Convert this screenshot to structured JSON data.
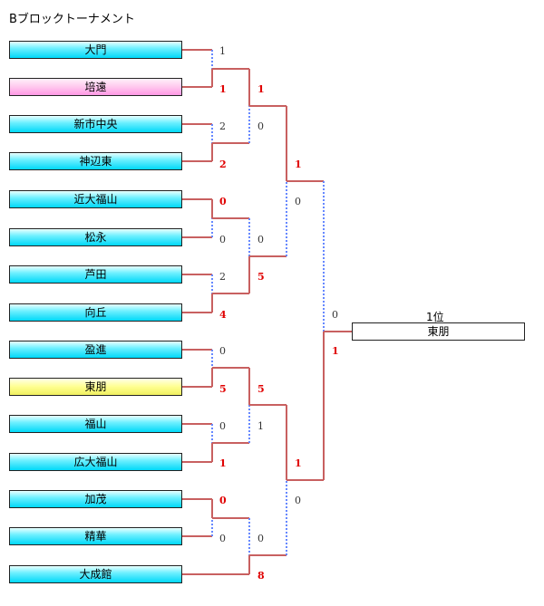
{
  "title": "Bブロックトーナメント",
  "colors": {
    "win_line": "#c86060",
    "lose_line": "#6688ff",
    "win_score": "#e00000"
  },
  "teams": [
    {
      "name": "大門",
      "style": "blue"
    },
    {
      "name": "培遠",
      "style": "pink"
    },
    {
      "name": "新市中央",
      "style": "blue"
    },
    {
      "name": "神辺東",
      "style": "blue"
    },
    {
      "name": "近大福山",
      "style": "blue"
    },
    {
      "name": "松永",
      "style": "blue"
    },
    {
      "name": "芦田",
      "style": "blue"
    },
    {
      "name": "向丘",
      "style": "blue"
    },
    {
      "name": "盈進",
      "style": "blue"
    },
    {
      "name": "東朋",
      "style": "yellow"
    },
    {
      "name": "福山",
      "style": "blue"
    },
    {
      "name": "広大福山",
      "style": "blue"
    },
    {
      "name": "加茂",
      "style": "blue"
    },
    {
      "name": "精華",
      "style": "blue"
    },
    {
      "name": "大成館",
      "style": "blue"
    }
  ],
  "scores": {
    "r1_1": "1",
    "r1_2": "1",
    "r1_3": "2",
    "r1_4": "2",
    "r1_5": "0",
    "r1_6": "0",
    "r1_7": "2",
    "r1_8": "4",
    "r1_9": "0",
    "r1_10": "5",
    "r1_11": "0",
    "r1_12": "1",
    "r1_13": "0",
    "r1_14": "0",
    "r2_1": "1",
    "r2_2": "0",
    "r2_3": "0",
    "r2_4": "5",
    "r2_5": "5",
    "r2_6": "1",
    "r2_7": "0",
    "r2_8": "8",
    "r3_1": "1",
    "r3_2": "0",
    "r3_3": "1",
    "r3_4": "0",
    "f_1": "0",
    "f_2": "1"
  },
  "champion": {
    "label": "1位",
    "name": "東朋",
    "style": "yellow"
  }
}
